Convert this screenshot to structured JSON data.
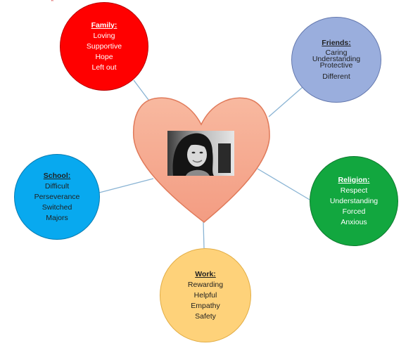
{
  "colors": {
    "family": "#ff0000",
    "friends": "#9aaedd",
    "school": "#08a9ef",
    "religion": "#12a73f",
    "work": "#fed27a",
    "heart_fill": "#f6a98e",
    "connector": "#8ab4d4"
  },
  "center": {
    "image_icon": "portrait-photo"
  },
  "nodes": {
    "family": {
      "title": "Family:",
      "items": [
        "Loving",
        "Supportive",
        "Hope",
        "Left out"
      ]
    },
    "friends": {
      "title": "Friends:",
      "items": [
        "Caring",
        "Understanding",
        "Protective",
        "Different"
      ]
    },
    "school": {
      "title": "School:",
      "items": [
        "Difficult",
        "Perseverance",
        "Switched",
        "Majors"
      ]
    },
    "religion": {
      "title": "Religion:",
      "items": [
        "Respect",
        "Understanding",
        "Forced",
        "Anxious"
      ]
    },
    "work": {
      "title": "Work:",
      "items": [
        "Rewarding",
        "Helpful",
        "Empathy",
        "Safety"
      ]
    }
  }
}
